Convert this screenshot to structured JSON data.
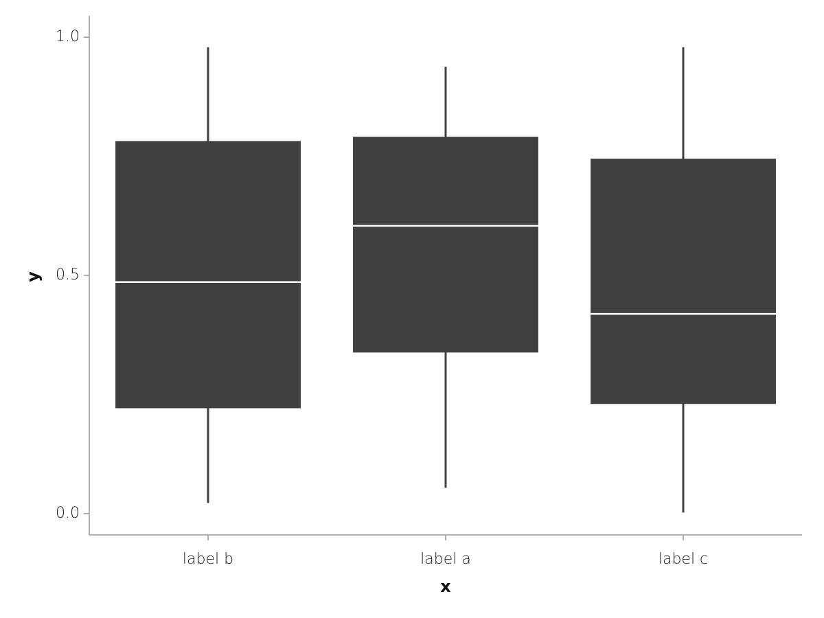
{
  "chart_data": {
    "type": "box",
    "xlabel": "x",
    "ylabel": "y",
    "ylim": [
      -0.045,
      1.045
    ],
    "yticks": [
      0.0,
      0.5,
      1.0
    ],
    "ytick_labels": [
      "0.0",
      "0.5",
      "1.0"
    ],
    "categories": [
      "label b",
      "label a",
      "label c"
    ],
    "boxes": [
      {
        "category": "label b",
        "min": 0.022,
        "q1": 0.221,
        "median": 0.486,
        "q3": 0.782,
        "max": 0.979
      },
      {
        "category": "label a",
        "min": 0.054,
        "q1": 0.338,
        "median": 0.604,
        "q3": 0.791,
        "max": 0.938
      },
      {
        "category": "label c",
        "min": 0.002,
        "q1": 0.23,
        "median": 0.419,
        "q3": 0.745,
        "max": 0.979
      }
    ],
    "grid": false,
    "legend": "none",
    "colors": {
      "box": "#404040",
      "median": "#ffffff",
      "axis": "#999999"
    }
  }
}
